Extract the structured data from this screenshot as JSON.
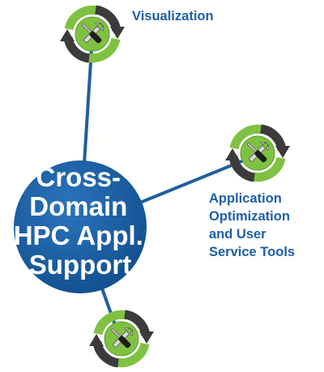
{
  "hub": {
    "lines": [
      "Cross-",
      "Domain",
      "HPC Appl.",
      "Support"
    ]
  },
  "nodes": [
    {
      "id": "visualization",
      "label_lines": [
        "Visualization"
      ],
      "icon": "tools-recycle-icon"
    },
    {
      "id": "app-optimization",
      "label_lines": [
        "Application",
        "Optimization",
        "and User",
        "Service Tools"
      ],
      "icon": "tools-recycle-icon"
    },
    {
      "id": "bottom",
      "label_lines": [],
      "icon": "tools-recycle-icon"
    }
  ],
  "colors": {
    "hub_fill": "#1a5fa6",
    "hub_text": "#ffffff",
    "connector": "#1f5f9e",
    "label_text": "#1d5fa8",
    "badge_green": "#7fc242",
    "arrow_dark": "#3b3b3b",
    "tool_silver": "#d9d9d9",
    "tool_dark": "#1e1e1e"
  }
}
